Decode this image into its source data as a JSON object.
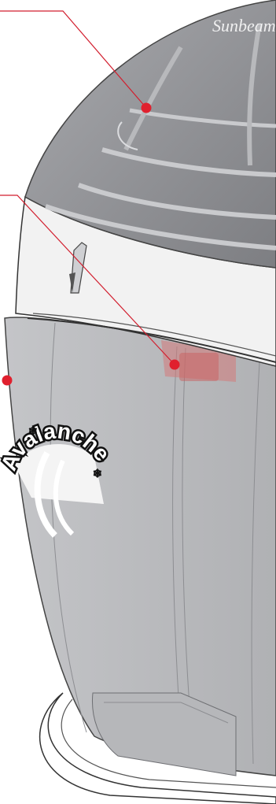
{
  "brand": {
    "text": "Sunbeam"
  },
  "product_logo": {
    "text": "Avalanche"
  },
  "colors": {
    "callout_line": "#d21f2f",
    "callout_dot": "#e0202e",
    "dome_gray": "#8f8f93",
    "body_gray": "#b9babd",
    "collar_white": "#f2f2f2",
    "ice_red": "#d47a7a"
  },
  "callouts": [
    {
      "id": "lid-dome"
    },
    {
      "id": "blade-assembly"
    },
    {
      "id": "ice-shaver-body"
    }
  ]
}
